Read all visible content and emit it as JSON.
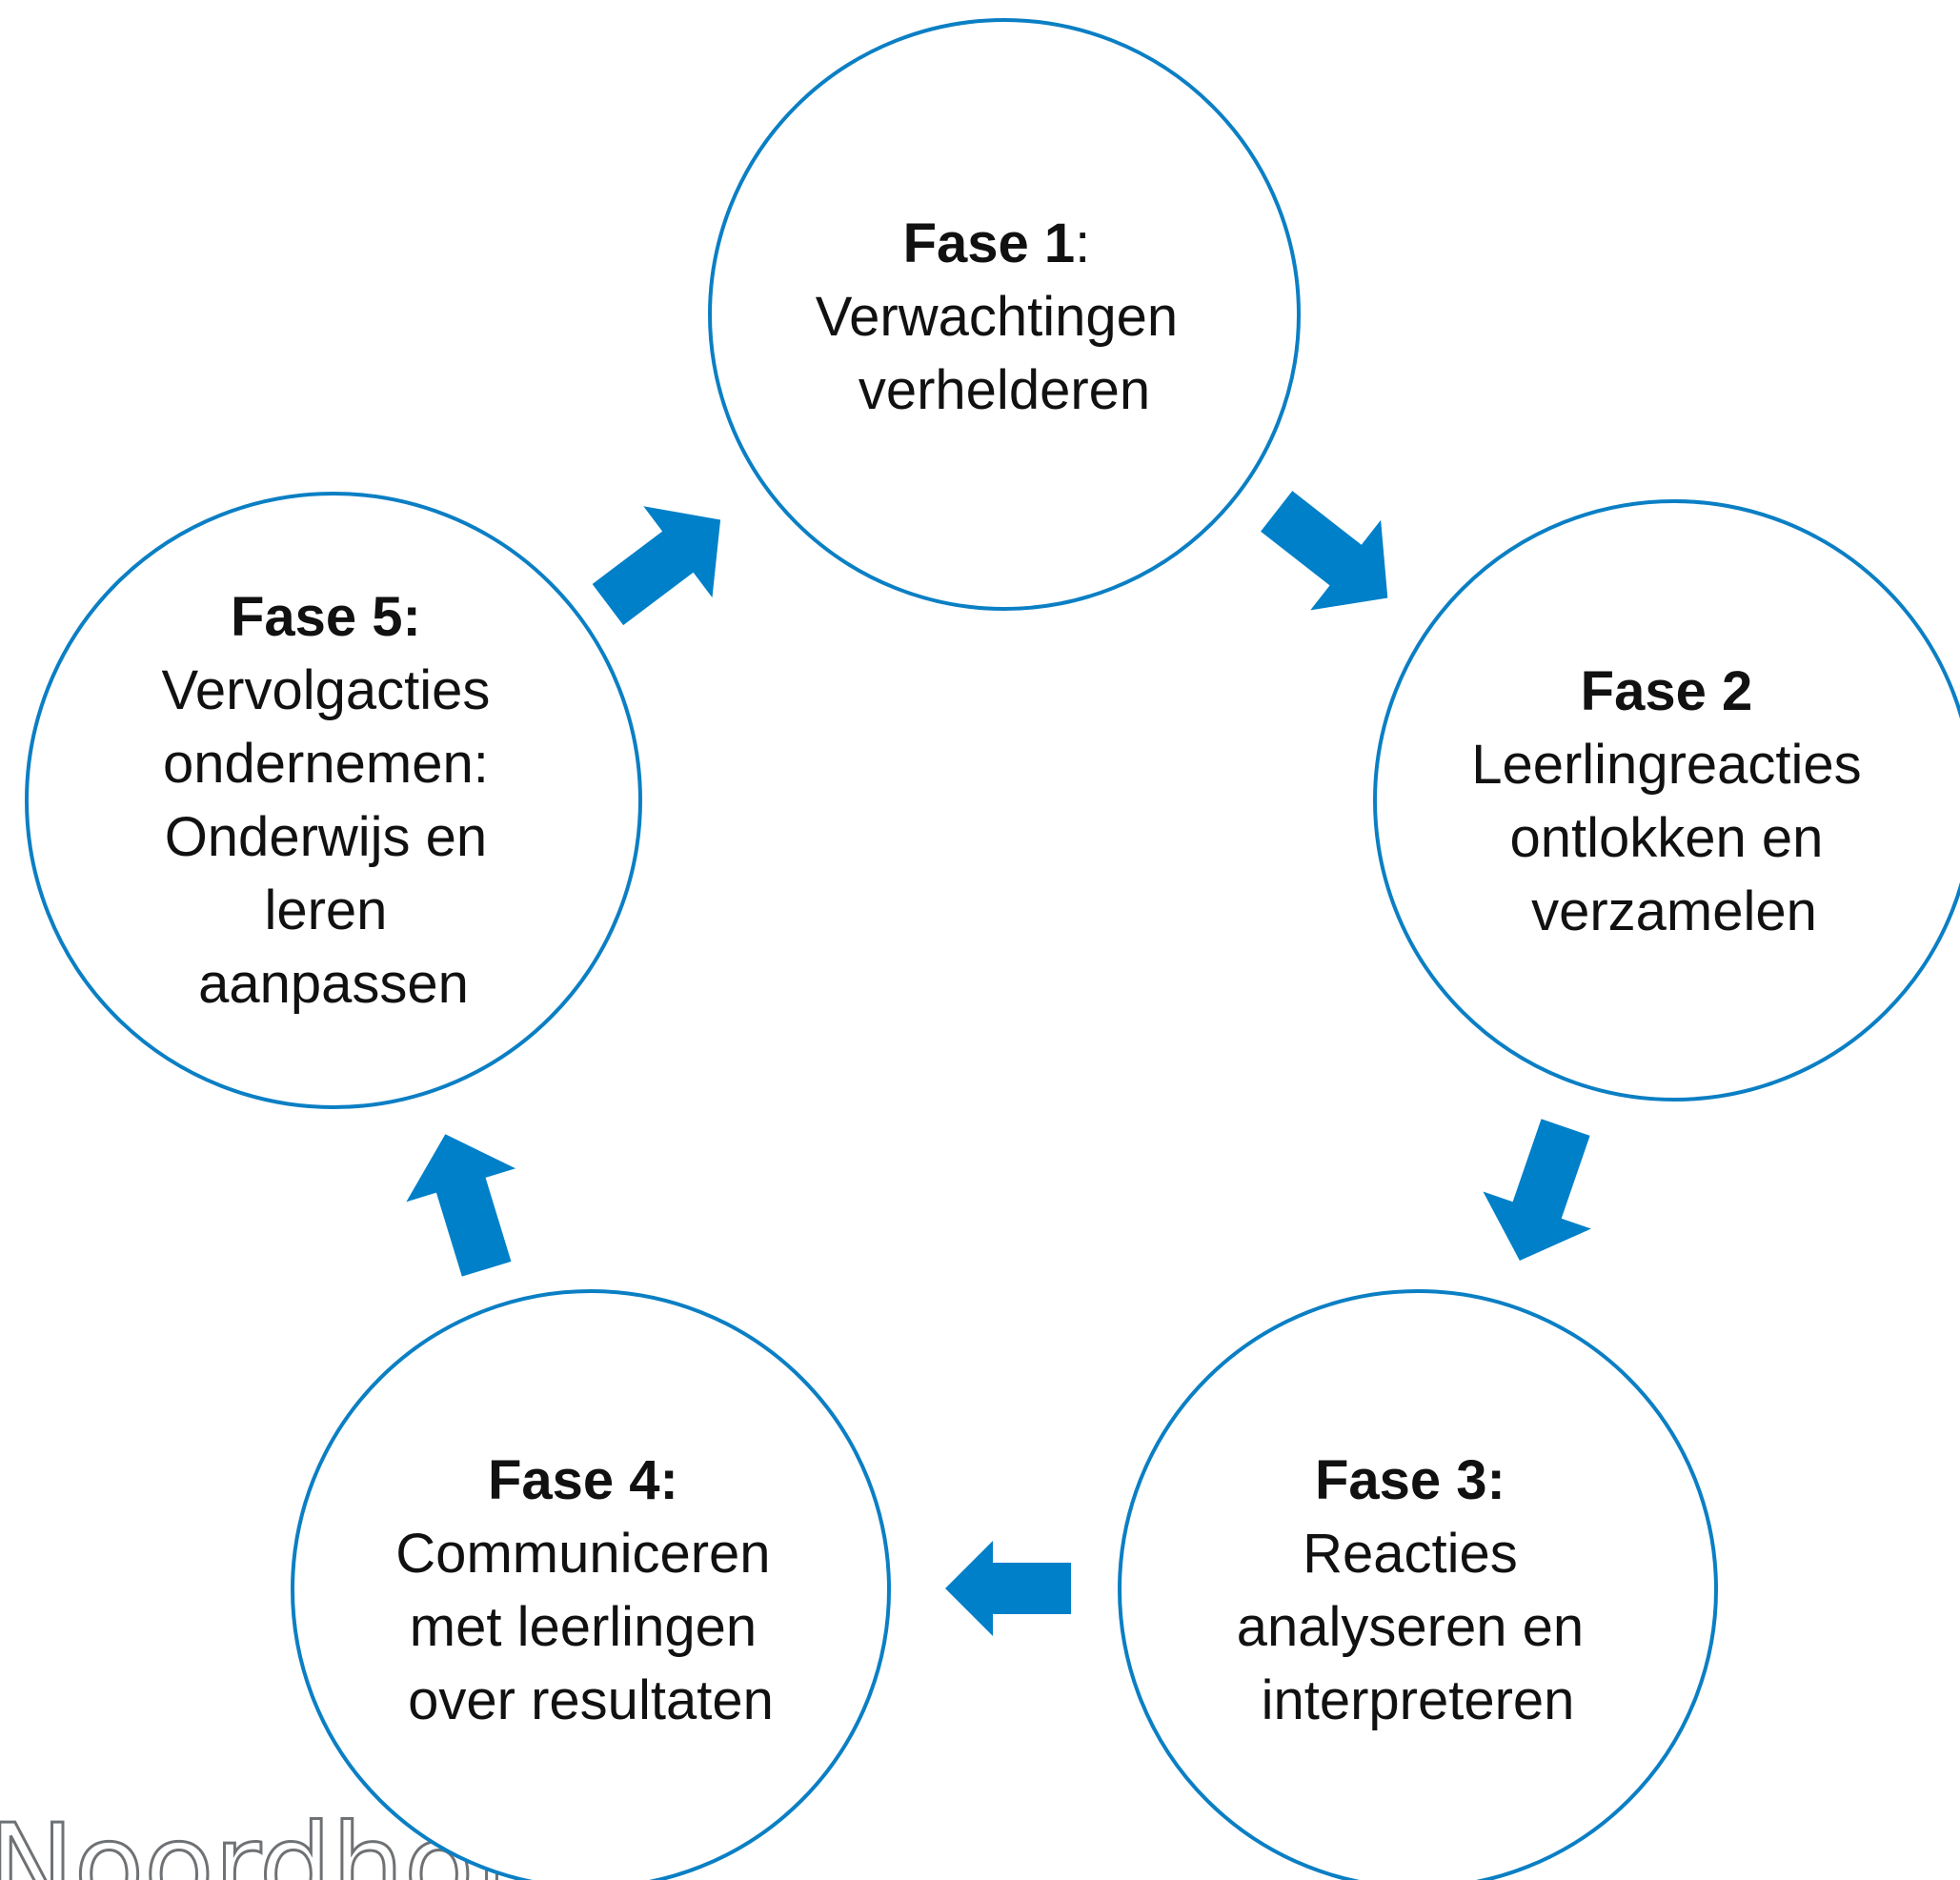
{
  "phases": [
    {
      "title": "Fase 1",
      "title_suffix": ":",
      "lines": [
        "Verwachtingen",
        "verhelderen"
      ]
    },
    {
      "title": "Fase 2",
      "title_suffix": "",
      "lines": [
        "Leerlingreacties",
        "ontlokken en",
        "verzamelen"
      ]
    },
    {
      "title": "Fase 3:",
      "title_suffix": "",
      "lines": [
        "Reacties",
        "analyseren en",
        "interpreteren"
      ]
    },
    {
      "title": "Fase 4:",
      "title_suffix": "",
      "lines": [
        "Communiceren",
        "met leerlingen",
        "over resultaten"
      ]
    },
    {
      "title": "Fase 5:",
      "title_suffix": "",
      "lines": [
        "Vervolgacties",
        "ondernemen:",
        "Onderwijs en",
        "leren",
        "aanpassen"
      ]
    }
  ],
  "brand": "Noordhoff",
  "colors": {
    "circle_stroke": "#0b7fc4",
    "arrow_fill": "#0080c8",
    "text": "#111111",
    "brand_outline": "#6f7275"
  }
}
